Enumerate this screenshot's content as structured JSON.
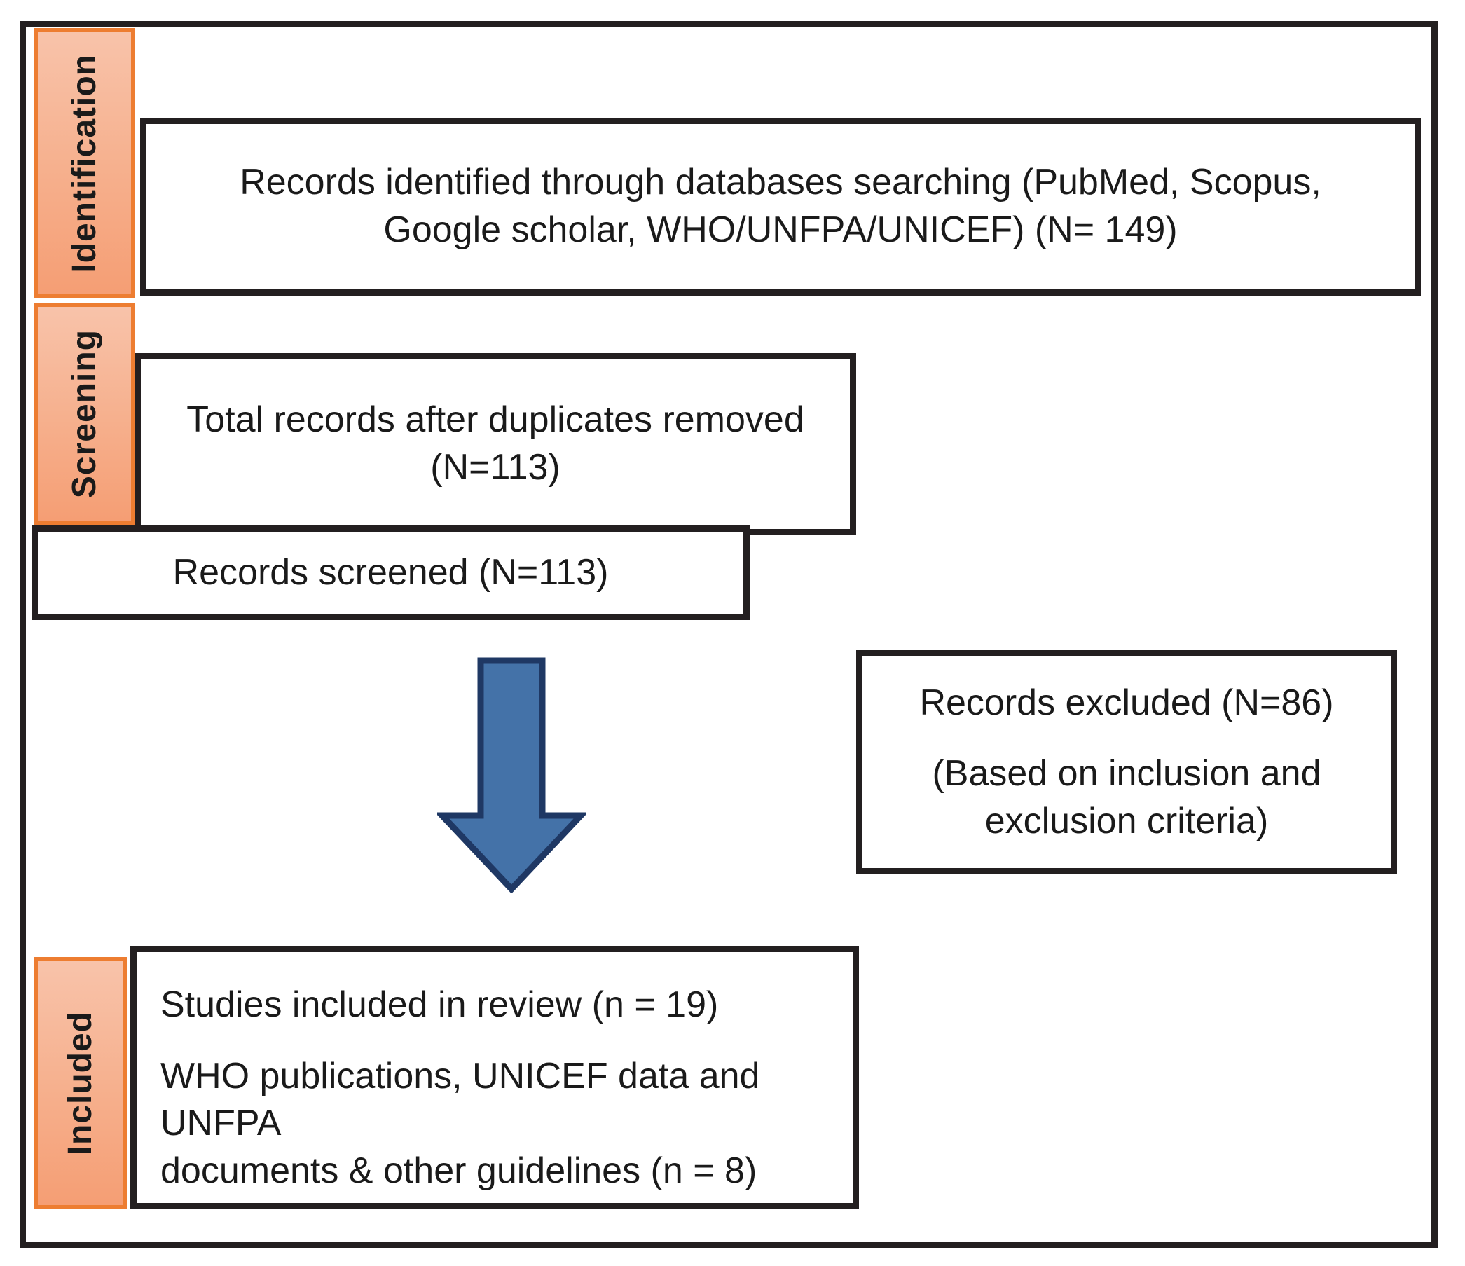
{
  "diagram": {
    "type": "prisma-flow-diagram",
    "title": "",
    "colors": {
      "stage_band_fill_top": "#F8C3AA",
      "stage_band_fill_bottom": "#F59E74",
      "stage_band_border": "#ED7D31",
      "box_border": "#231f20",
      "arrow_fill": "#4472A8",
      "arrow_border": "#1F3864",
      "text": "#1a1a1a",
      "background": "#ffffff"
    },
    "stages": [
      {
        "id": "identification",
        "label": "Identification"
      },
      {
        "id": "screening",
        "label": "Screening"
      },
      {
        "id": "included",
        "label": "Included"
      }
    ],
    "boxes": {
      "identified": {
        "line1": "Records identified through databases searching (PubMed, Scopus, Google scholar,",
        "line2": "WHO/UNFPA/UNICEF) (N= 149)",
        "count": 149
      },
      "duplicates_removed": {
        "line1": "Total records after duplicates removed",
        "line2": "(N=113)",
        "count": 113
      },
      "records_screened": {
        "line1": "Records screened (N=113)",
        "count": 113
      },
      "records_excluded": {
        "line1": "Records excluded (N=86)",
        "line2": "(Based on inclusion and",
        "line3": "exclusion criteria)",
        "count": 86
      },
      "included_studies": {
        "line1": "Studies included in review (n = 19)",
        "line2": "WHO publications, UNICEF data and UNFPA",
        "line3": "documents & other guidelines (n = 8)",
        "count_studies": 19,
        "count_guidelines": 8
      }
    },
    "arrows": [
      {
        "id": "screened-to-included",
        "direction": "down",
        "shape": "block-arrow"
      }
    ]
  }
}
